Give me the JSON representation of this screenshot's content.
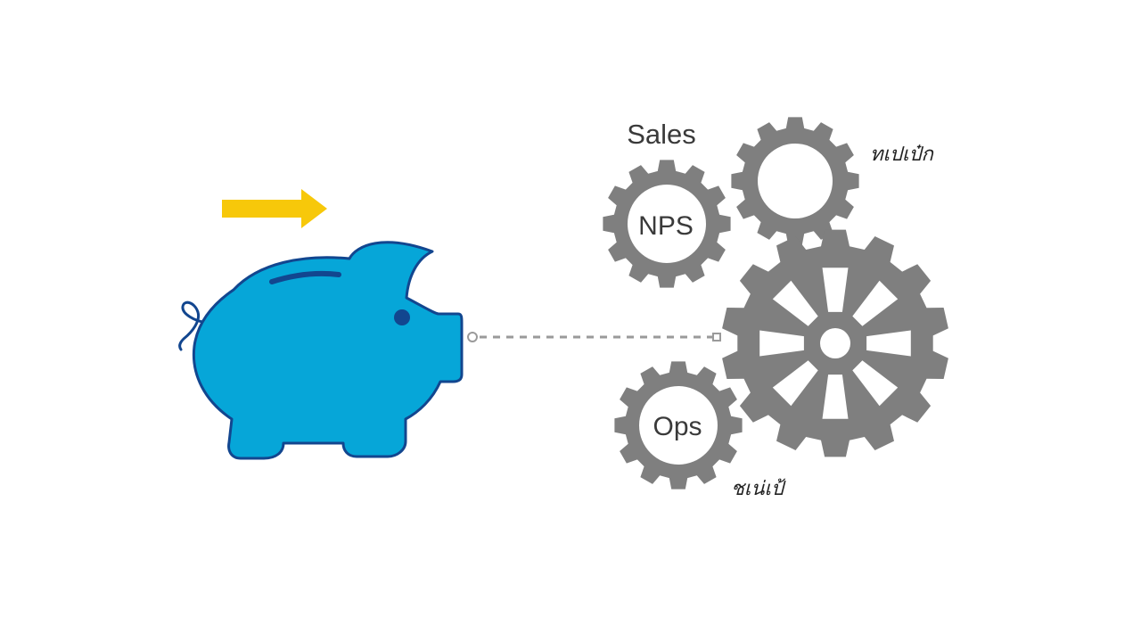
{
  "colors": {
    "piggy_fill": "#06a6d8",
    "piggy_outline": "#12468f",
    "arrow": "#f7c80a",
    "gear": "#7f7f7f",
    "connector": "#9a9a9a"
  },
  "icons": {
    "piggy": "piggy-bank-icon",
    "arrow": "arrow-right-icon",
    "gears": "gear-icon"
  },
  "labels": {
    "sales": "Sales",
    "nps": "NPS",
    "ops": "Ops",
    "scribble_top": "ทเปเป๋ก",
    "scribble_bottom": "ชเน่เป้"
  }
}
